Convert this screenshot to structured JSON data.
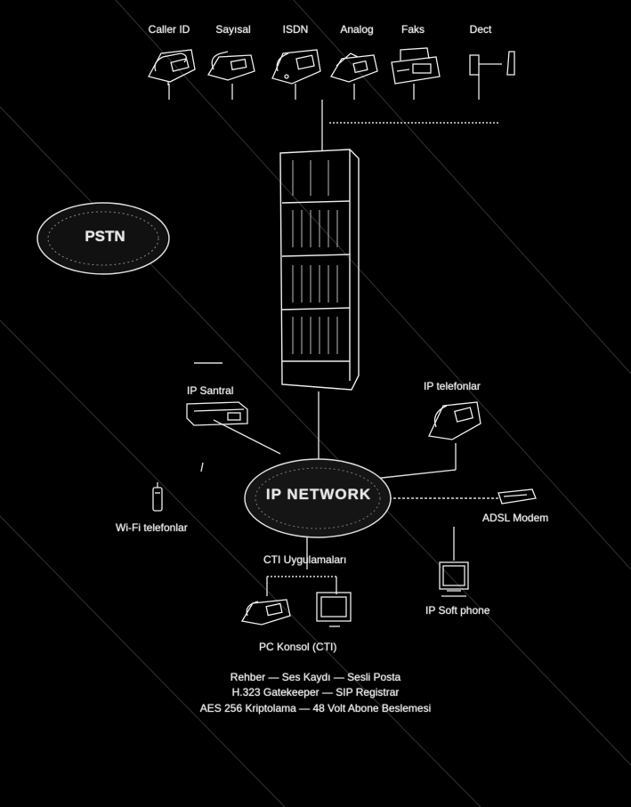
{
  "top_devices": [
    {
      "label": "Caller ID",
      "icon": "caller-id-phone-icon"
    },
    {
      "label": "Sayısal",
      "icon": "digital-phone-icon"
    },
    {
      "label": "ISDN",
      "icon": "isdn-phone-icon"
    },
    {
      "label": "Analog",
      "icon": "analog-phone-icon"
    },
    {
      "label": "Faks",
      "icon": "fax-icon"
    },
    {
      "label": "Dect",
      "icon": "dect-phone-icon"
    }
  ],
  "pstn": {
    "label": "PSTN",
    "icon": "pstn-cloud-icon"
  },
  "pbx": {
    "icon": "pbx-cabinet-icon"
  },
  "ip_network": {
    "label": "IP NETWORK",
    "icon": "ip-network-cloud-icon"
  },
  "ip_santral": {
    "label": "IP Santral",
    "icon": "ip-pbx-icon"
  },
  "ip_telefonlar": {
    "label": "IP telefonlar",
    "icon": "ip-phone-icon"
  },
  "wifi": {
    "label": "Wi-Fi telefonlar",
    "icon": "wifi-phone-icon"
  },
  "adsl": {
    "label": "ADSL Modem",
    "icon": "adsl-modem-icon"
  },
  "softphone": {
    "label": "IP Soft phone",
    "icon": "softphone-icon"
  },
  "cti": {
    "label": "CTI Uygulamaları",
    "icon": "cti-branch-icon"
  },
  "pc_konsol": {
    "label": "PC Konsol (CTI)",
    "icons": [
      "console-phone-icon",
      "pc-monitor-icon"
    ]
  },
  "features": [
    "Rehber — Ses Kaydı — Sesli Posta",
    "H.323 Gatekeeper — SIP Registrar",
    "AES 256 Kriptolama — 48 Volt Abone Beslemesi"
  ],
  "colors": {
    "background": "#000000",
    "foreground": "#ffffff"
  }
}
